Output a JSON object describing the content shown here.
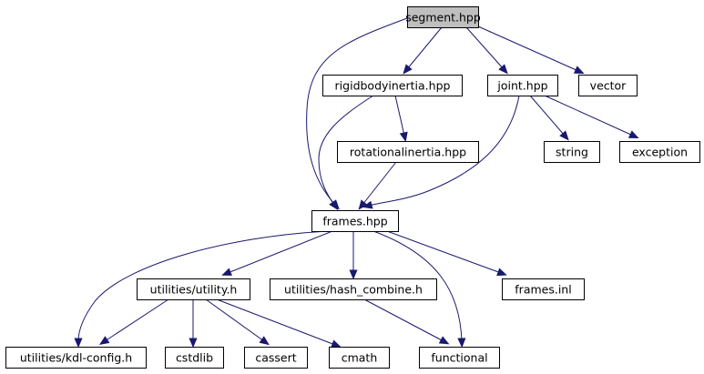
{
  "diagram": {
    "nodes": [
      {
        "id": "segment",
        "label": "segment.hpp",
        "root": true
      },
      {
        "id": "rigidbodyinertia",
        "label": "rigidbodyinertia.hpp"
      },
      {
        "id": "joint",
        "label": "joint.hpp"
      },
      {
        "id": "vector",
        "label": "vector"
      },
      {
        "id": "rotationalinertia",
        "label": "rotationalinertia.hpp"
      },
      {
        "id": "string",
        "label": "string"
      },
      {
        "id": "exception",
        "label": "exception"
      },
      {
        "id": "frames",
        "label": "frames.hpp"
      },
      {
        "id": "utility",
        "label": "utilities/utility.h"
      },
      {
        "id": "hash_combine",
        "label": "utilities/hash_combine.h"
      },
      {
        "id": "frames_inl",
        "label": "frames.inl"
      },
      {
        "id": "kdl_config",
        "label": "utilities/kdl-config.h"
      },
      {
        "id": "cstdlib",
        "label": "cstdlib"
      },
      {
        "id": "cassert",
        "label": "cassert"
      },
      {
        "id": "cmath",
        "label": "cmath"
      },
      {
        "id": "functional",
        "label": "functional"
      }
    ],
    "edges": [
      {
        "from": "segment",
        "to": "frames"
      },
      {
        "from": "segment",
        "to": "rigidbodyinertia"
      },
      {
        "from": "segment",
        "to": "joint"
      },
      {
        "from": "segment",
        "to": "vector"
      },
      {
        "from": "rigidbodyinertia",
        "to": "frames"
      },
      {
        "from": "rigidbodyinertia",
        "to": "rotationalinertia"
      },
      {
        "from": "rotationalinertia",
        "to": "frames"
      },
      {
        "from": "joint",
        "to": "frames"
      },
      {
        "from": "joint",
        "to": "string"
      },
      {
        "from": "joint",
        "to": "exception"
      },
      {
        "from": "frames",
        "to": "kdl_config"
      },
      {
        "from": "frames",
        "to": "utility"
      },
      {
        "from": "frames",
        "to": "hash_combine"
      },
      {
        "from": "frames",
        "to": "functional"
      },
      {
        "from": "frames",
        "to": "frames_inl"
      },
      {
        "from": "utility",
        "to": "kdl_config"
      },
      {
        "from": "utility",
        "to": "cstdlib"
      },
      {
        "from": "utility",
        "to": "cassert"
      },
      {
        "from": "utility",
        "to": "cmath"
      },
      {
        "from": "hash_combine",
        "to": "functional"
      }
    ],
    "colors": {
      "edge": "#191970",
      "root_fill": "#bfbfbf",
      "node_fill": "#ffffff",
      "node_border": "#000000"
    }
  }
}
